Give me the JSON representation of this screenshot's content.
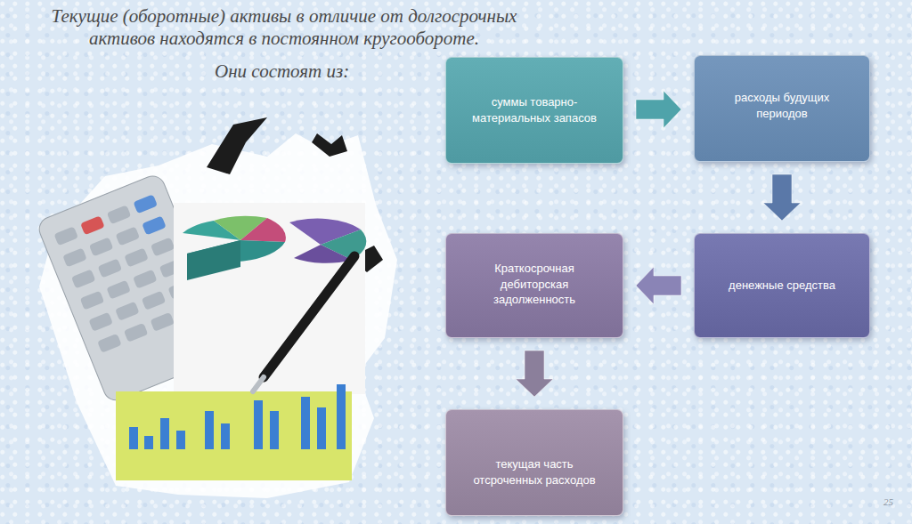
{
  "diagram": {
    "title": "Текущие (оборотные) активы в отличие от долгосрочных активов находятся в постоянном кругообороте.",
    "nodes": [
      {
        "text": [
          "суммы товарно-материальных запасов"
        ]
      },
      {
        "text": [
          "расходы будущих периодов"
        ]
      },
      {
        "text": [
          "денежные средства"
        ]
      },
      {
        "text": [
          "Краткосрочная дебиторская задолженность"
        ]
      },
      {
        "text": [
          "текущая часть отсроченных расходов"
        ]
      }
    ],
    "edges": [
      {
        "from": 0,
        "to": 1,
        "arrow": "to"
      },
      {
        "from": 1,
        "to": 2,
        "arrow": "to"
      },
      {
        "from": 2,
        "to": 3,
        "arrow": "to"
      },
      {
        "from": 3,
        "to": 4,
        "arrow": "to"
      }
    ],
    "labels": [
      "Они состоят из:",
      "25"
    ]
  }
}
